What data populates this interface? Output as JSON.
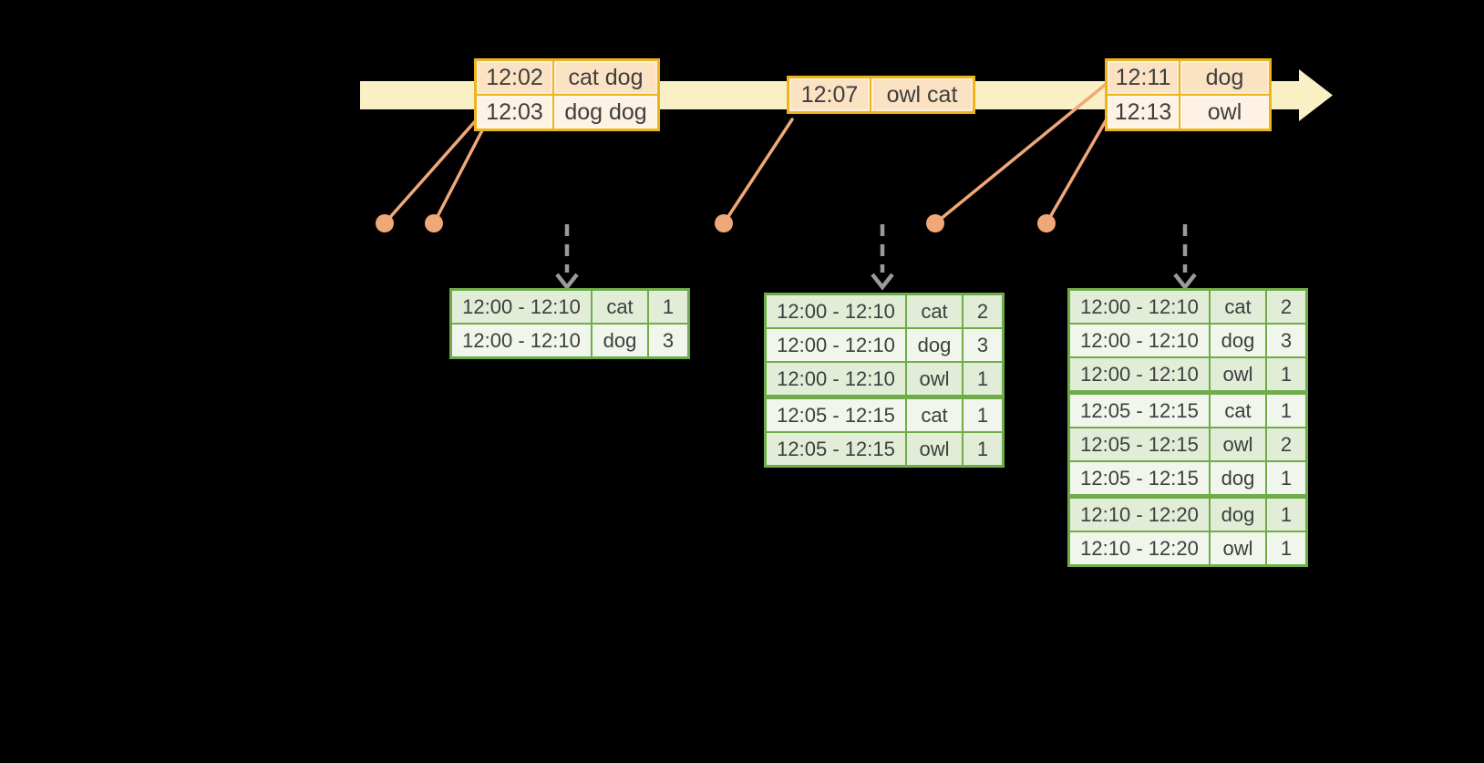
{
  "colors": {
    "background": "#000000",
    "timeline_fill": "#faf0c6",
    "event_border": "#efb41c",
    "event_row_dark": "#fae2c2",
    "event_row_light": "#fdf2e3",
    "connector": "#f0a878",
    "arrow_gray": "#9a9a9a",
    "result_border": "#6fac49",
    "result_row_dark": "#e2edd7",
    "result_row_light": "#f1f6ec",
    "text_dark": "#3e3e3e"
  },
  "event_tables": [
    {
      "rows": [
        [
          "12:02",
          "cat dog"
        ],
        [
          "12:03",
          "dog dog"
        ]
      ]
    },
    {
      "rows": [
        [
          "12:07",
          "owl cat"
        ]
      ]
    },
    {
      "rows": [
        [
          "12:11",
          "dog"
        ],
        [
          "12:13",
          "owl"
        ]
      ]
    }
  ],
  "result_tables": [
    {
      "rows": [
        [
          "12:00 - 12:10",
          "cat",
          "1"
        ],
        [
          "12:00 - 12:10",
          "dog",
          "3"
        ]
      ]
    },
    {
      "rows": [
        [
          "12:00 - 12:10",
          "cat",
          "2"
        ],
        [
          "12:00 - 12:10",
          "dog",
          "3"
        ],
        [
          "12:00 - 12:10",
          "owl",
          "1"
        ],
        [
          "12:05 - 12:15",
          "cat",
          "1"
        ],
        [
          "12:05 - 12:15",
          "owl",
          "1"
        ]
      ]
    },
    {
      "rows": [
        [
          "12:00 - 12:10",
          "cat",
          "2"
        ],
        [
          "12:00 - 12:10",
          "dog",
          "3"
        ],
        [
          "12:00 - 12:10",
          "owl",
          "1"
        ],
        [
          "12:05 - 12:15",
          "cat",
          "1"
        ],
        [
          "12:05 - 12:15",
          "owl",
          "2"
        ],
        [
          "12:05 - 12:15",
          "dog",
          "1"
        ],
        [
          "12:10 - 12:20",
          "dog",
          "1"
        ],
        [
          "12:10 - 12:20",
          "owl",
          "1"
        ]
      ]
    }
  ]
}
